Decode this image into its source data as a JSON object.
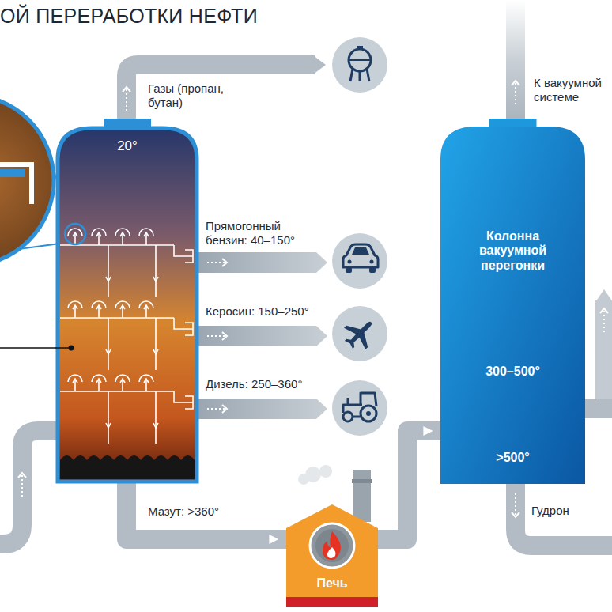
{
  "diagram": {
    "title": "ОЙ ПЕРЕРАБОТКИ НЕФТИ",
    "nodes": [
      {
        "text": [
          "20°"
        ]
      },
      {
        "text": [
          "Печь"
        ]
      },
      {
        "text": [
          "Колонна вакуумной перегонки",
          "300–500°",
          ">500°"
        ]
      }
    ],
    "edges": [
      {
        "from": 0,
        "to": 1,
        "label": "Мазут: >360°",
        "arrow": "to"
      },
      {
        "from": 1,
        "to": 2,
        "arrow": "to"
      }
    ],
    "labels": [
      "Газы (пропан, бутан)",
      "Прямогонный бензин: 40–150°",
      "Керосин: 150–250°",
      "Дизель: 250–360°",
      "К вакуумной системе",
      "Гудрон"
    ]
  }
}
